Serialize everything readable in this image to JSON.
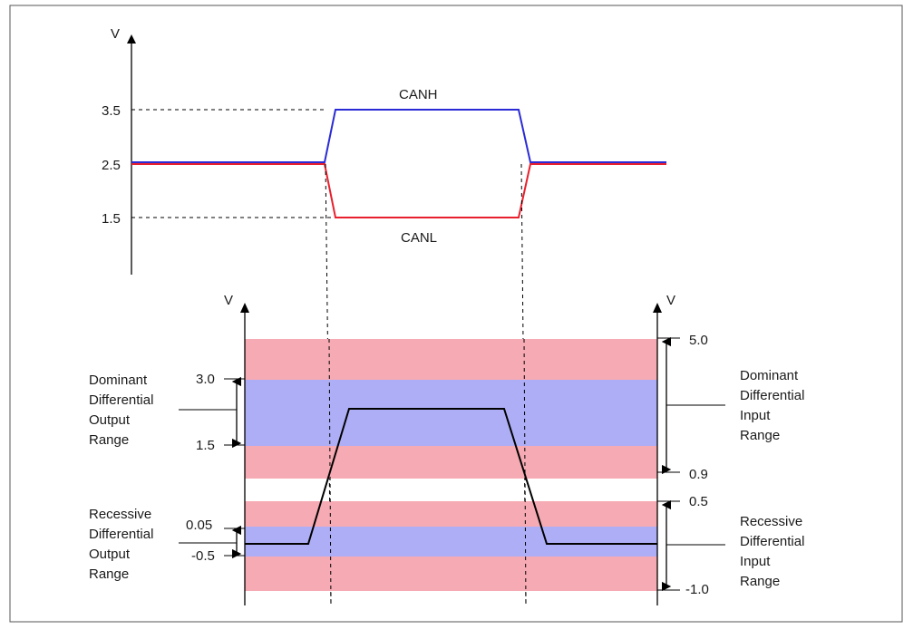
{
  "colors": {
    "canh": "#2b2bd6",
    "canl": "#e8202e",
    "band_red": "#f6aab3",
    "band_blue": "#aeaef6",
    "line": "#000000",
    "frame": "#555555"
  },
  "top_chart": {
    "axis_label": "V",
    "ticks": [
      "3.5",
      "2.5",
      "1.5"
    ],
    "canh_label": "CANH",
    "canl_label": "CANL",
    "levels": {
      "canh_dominant": 3.5,
      "recessive": 2.5,
      "canl_dominant": 1.5
    }
  },
  "bottom_chart": {
    "left_axis_label": "V",
    "right_axis_label": "V",
    "left_ticks": [
      "3.0",
      "1.5",
      "0.05",
      "-0.5"
    ],
    "right_ticks": [
      "5.0",
      "0.9",
      "0.5",
      "-1.0"
    ],
    "bands": [
      {
        "name": "upper-red-band",
        "from": 3.0,
        "to": 5.0,
        "color": "band_red"
      },
      {
        "name": "dominant-output-band",
        "from": 1.5,
        "to": 3.0,
        "color": "band_blue"
      },
      {
        "name": "upper-lower-red-band",
        "from": 0.9,
        "to": 1.5,
        "color": "band_red"
      },
      {
        "name": "recessive-upper-red-band",
        "from": 0.05,
        "to": 0.5,
        "color": "band_red"
      },
      {
        "name": "recessive-output-band",
        "from": -0.5,
        "to": 0.05,
        "color": "band_blue"
      },
      {
        "name": "lower-red-band",
        "from": -1.0,
        "to": -0.5,
        "color": "band_red"
      }
    ],
    "dominant_output_label": [
      "Dominant",
      "Differential",
      "Output",
      "Range"
    ],
    "recessive_output_label": [
      "Recessive",
      "Differential",
      "Output",
      "Range"
    ],
    "dominant_input_label": [
      "Dominant",
      "Differential",
      "Input",
      "Range"
    ],
    "recessive_input_label": [
      "Recessive",
      "Differential",
      "Input",
      "Range"
    ]
  }
}
